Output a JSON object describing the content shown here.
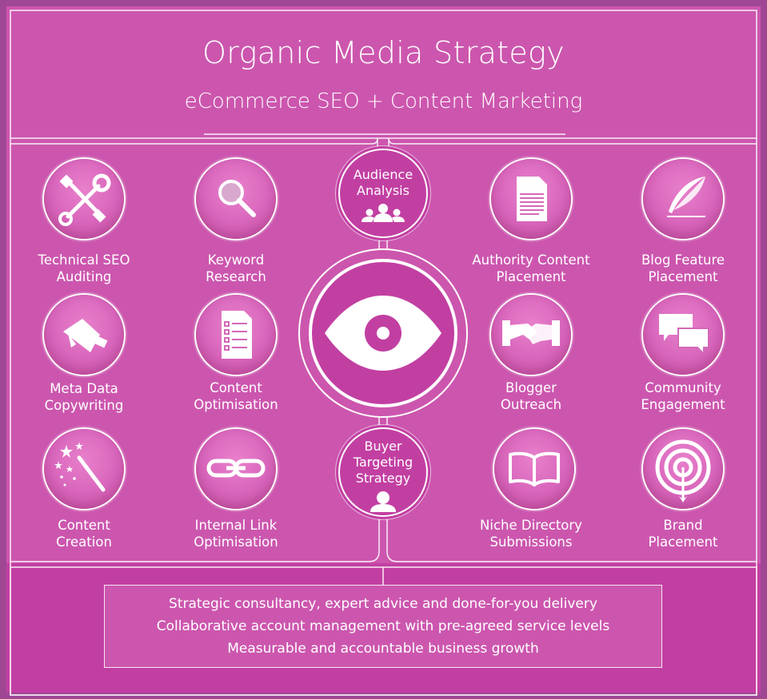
{
  "title": "Organic Media Strategy",
  "subtitle": "eCommerce SEO + Content Marketing",
  "services": {
    "technical_seo": {
      "line1": "Technical SEO",
      "line2": "Auditing",
      "icon": "wrench-screwdriver-icon"
    },
    "keyword_research": {
      "line1": "Keyword",
      "line2": "Research",
      "icon": "magnifier-icon"
    },
    "authority_content": {
      "line1": "Authority Content",
      "line2": "Placement",
      "icon": "document-icon"
    },
    "blog_feature": {
      "line1": "Blog Feature",
      "line2": "Placement",
      "icon": "quill-icon"
    },
    "meta_data": {
      "line1": "Meta Data",
      "line2": "Copywriting",
      "icon": "megaphone-icon"
    },
    "content_optimisation": {
      "line1": "Content",
      "line2": "Optimisation",
      "icon": "checklist-icon"
    },
    "blogger_outreach": {
      "line1": "Blogger",
      "line2": "Outreach",
      "icon": "handshake-icon"
    },
    "community_engagement": {
      "line1": "Community",
      "line2": "Engagement",
      "icon": "speech-bubbles-icon"
    },
    "content_creation": {
      "line1": "Content",
      "line2": "Creation",
      "icon": "magic-wand-icon"
    },
    "internal_link": {
      "line1": "Internal Link",
      "line2": "Optimisation",
      "icon": "chain-link-icon"
    },
    "niche_directory": {
      "line1": "Niche Directory",
      "line2": "Submissions",
      "icon": "open-book-icon"
    },
    "brand_placement": {
      "line1": "Brand",
      "line2": "Placement",
      "icon": "target-icon"
    }
  },
  "hubs": {
    "audience": {
      "line1": "Audience",
      "line2": "Analysis",
      "icon": "group-icon"
    },
    "buyer": {
      "line1": "Buyer",
      "line2": "Targeting",
      "line3": "Strategy",
      "icon": "person-icon"
    },
    "center_icon": "eye-icon"
  },
  "benefits": [
    "Strategic consultancy, expert advice and done-for-you delivery",
    "Collaborative account management with pre-agreed service levels",
    "Measurable and accountable business growth"
  ],
  "colors": {
    "frame": "#a04794",
    "panel": "#cc56ae",
    "panel_dark": "#c23fa2",
    "line": "#ffffff"
  }
}
